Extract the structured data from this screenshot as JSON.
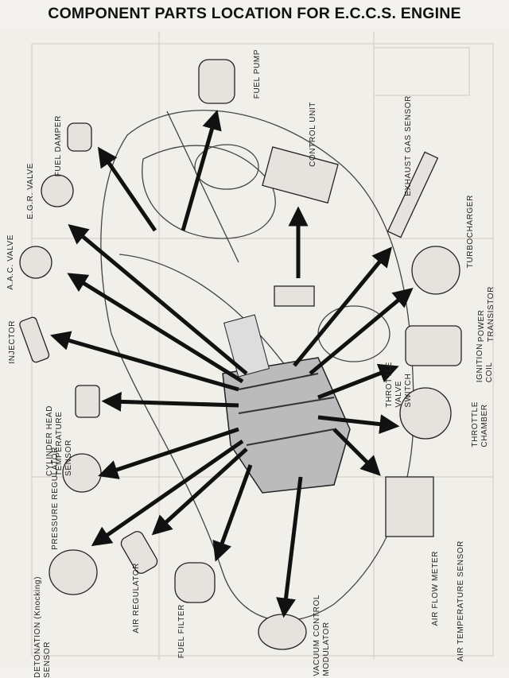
{
  "title": "COMPONENT PARTS LOCATION FOR E.C.C.S. ENGINE",
  "labels": {
    "fuel_pump": "FUEL PUMP",
    "fuel_damper": "FUEL DAMPER",
    "control_unit": "CONTROL UNIT",
    "exhaust_gas_sensor": "EXHAUST GAS SENSOR",
    "egr_valve": "E.G.R. VALVE",
    "aac_valve": "A.A.C. VALVE",
    "turbocharger": "TURBOCHARGER",
    "power_transistor": "POWER\nTRANSISTOR",
    "injector": "INJECTOR",
    "ignition_coil": "IGNITION\nCOIL",
    "throttle_valve_switch": "THROTTLE\nVALVE\nSWITCH",
    "cylinder_head_temp_sensor": "CYLINDER HEAD\nTEMPERATURE\nSENSOR",
    "throttle_chamber": "THROTTLE\nCHAMBER",
    "pressure_regulator": "PRESSURE REGULATOR",
    "detonation_sensor": "DETONATION (Knocking)\nSENSOR",
    "air_regulator": "AIR REGULATOR",
    "fuel_filter": "FUEL FILTER",
    "vacuum_control_modulator": "VACUUM CONTROL\nMODULATOR",
    "air_flow_meter": "AIR FLOW METER",
    "air_temperature_sensor": "AIR TEMPERATURE SENSOR"
  }
}
